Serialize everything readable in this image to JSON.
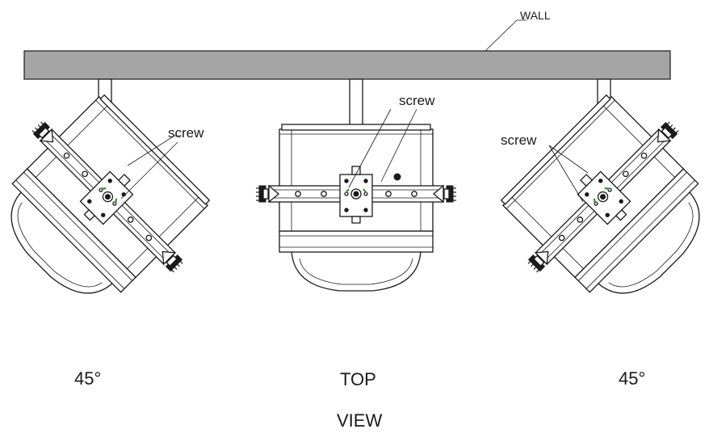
{
  "labels": {
    "wall": "WALL",
    "screw_left": "screw",
    "screw_center": "screw",
    "screw_right": "screw",
    "angle_left": "45°",
    "angle_right": "45°",
    "top_line1": "TOP",
    "top_line2": "VIEW"
  },
  "colors": {
    "wall_fill": "#a5a5a5",
    "line": "#1a1a1a",
    "screw_highlight": "#3a8f3a"
  },
  "icons": {
    "fixture": "par-can-fixture-icon",
    "knob": "adjustment-knob-icon"
  }
}
